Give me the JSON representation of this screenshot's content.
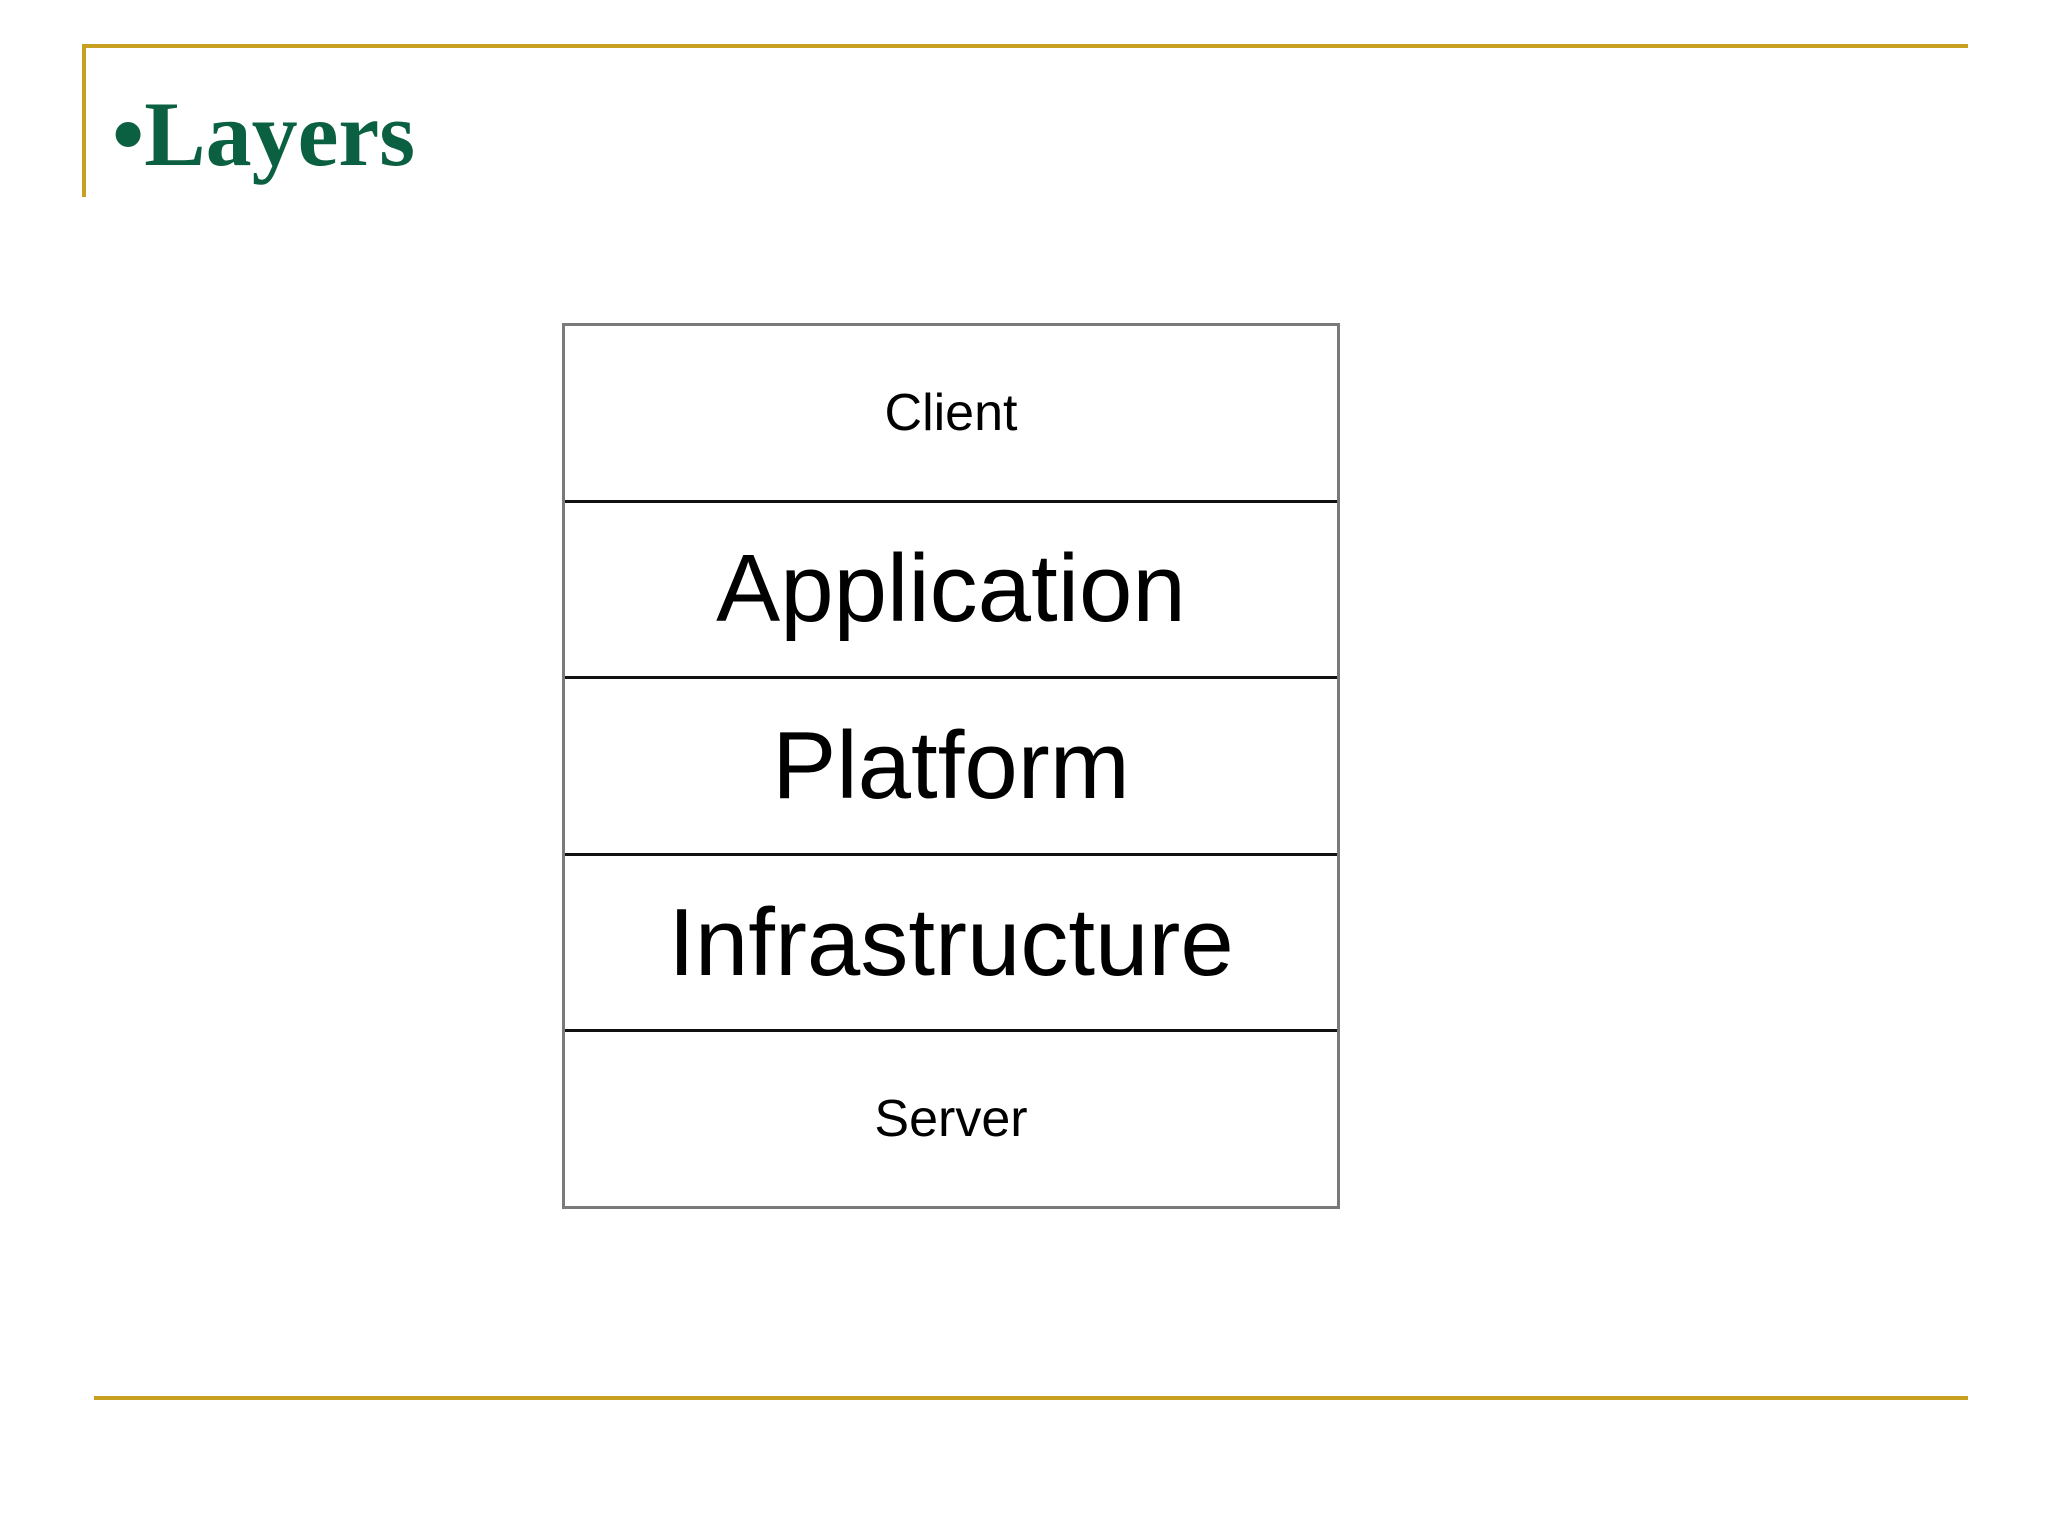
{
  "slide": {
    "title": "•Layers",
    "title_color": "#0a6040",
    "accent_color": "#c8a020",
    "background": "#ffffff"
  },
  "diagram": {
    "name": "layer-stack",
    "border_color": "#7a7a7a",
    "divider_color": "#111111",
    "layers": [
      {
        "label": "Client",
        "emphasis": "small"
      },
      {
        "label": "Application",
        "emphasis": "large"
      },
      {
        "label": "Platform",
        "emphasis": "large"
      },
      {
        "label": "Infrastructure",
        "emphasis": "large"
      },
      {
        "label": "Server",
        "emphasis": "small"
      }
    ]
  }
}
